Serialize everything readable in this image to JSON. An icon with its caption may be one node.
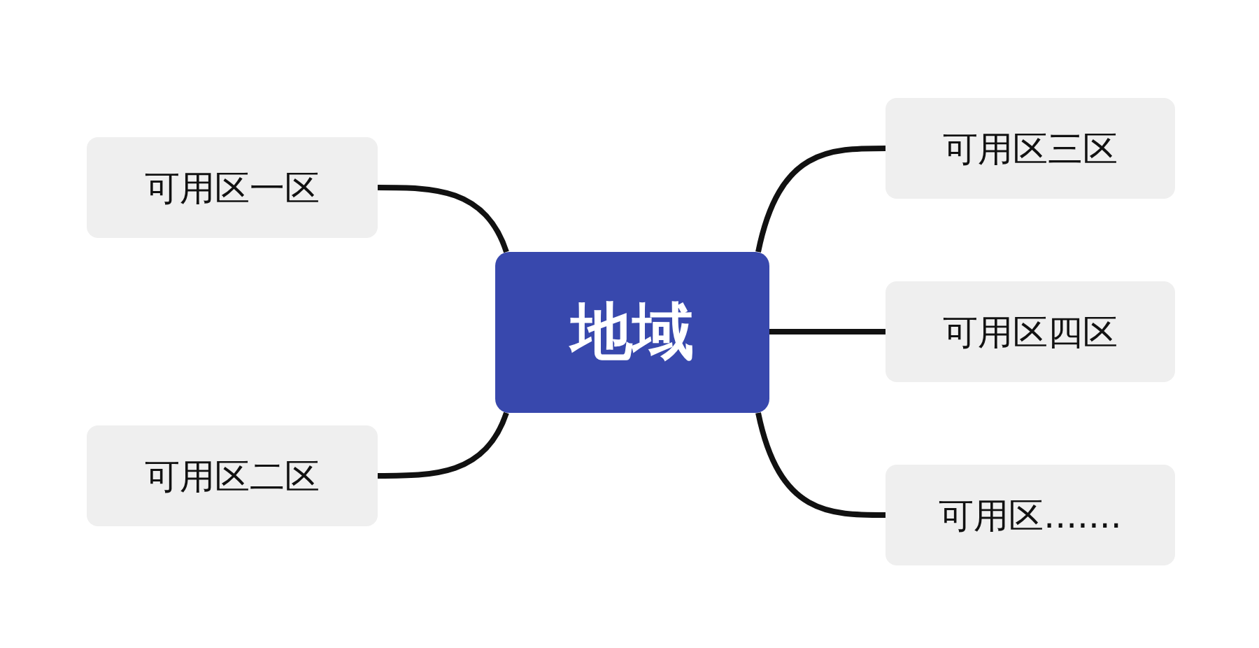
{
  "diagram": {
    "nodes": [
      {
        "text": [
          "地域"
        ]
      },
      {
        "text": [
          "可用区一区"
        ]
      },
      {
        "text": [
          "可用区二区"
        ]
      },
      {
        "text": [
          "可用区三区"
        ]
      },
      {
        "text": [
          "可用区四区"
        ]
      },
      {
        "text": [
          "可用区......."
        ]
      }
    ],
    "edges": [
      {
        "from": 0,
        "to": 1,
        "arrow": "none"
      },
      {
        "from": 0,
        "to": 2,
        "arrow": "none"
      },
      {
        "from": 0,
        "to": 3,
        "arrow": "none"
      },
      {
        "from": 0,
        "to": 4,
        "arrow": "none"
      },
      {
        "from": 0,
        "to": 5,
        "arrow": "none"
      }
    ]
  }
}
